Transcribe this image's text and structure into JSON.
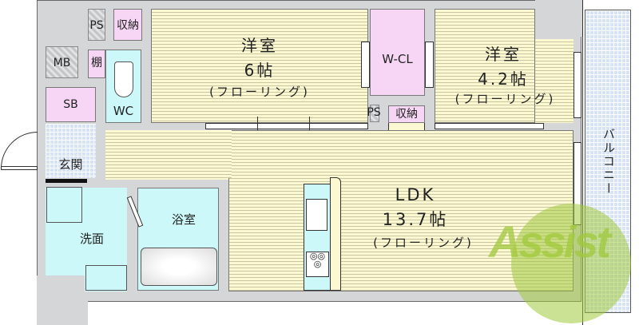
{
  "plan": {
    "rooms": {
      "western_room_1": {
        "name": "洋室",
        "size": "6帖",
        "floor": "(フローリング)"
      },
      "western_room_2": {
        "name": "洋室",
        "size": "4.2帖",
        "floor": "(フローリング)"
      },
      "ldk": {
        "name": "LDK",
        "size": "13.7帖",
        "floor": "(フローリング)"
      },
      "walk_in_closet": {
        "name": "W-CL"
      },
      "storage_1": {
        "name": "収納"
      },
      "storage_2": {
        "name": "収納"
      },
      "pipe_space_1": {
        "name": "PS"
      },
      "pipe_space_2": {
        "name": "PS"
      },
      "meter_box": {
        "name": "MB"
      },
      "shelf": {
        "name": "棚"
      },
      "shoe_box": {
        "name": "SB"
      },
      "toilet": {
        "name": "WC"
      },
      "entrance": {
        "name": "玄関"
      },
      "washroom": {
        "name": "洗面"
      },
      "bathroom": {
        "name": "浴室"
      },
      "balcony": {
        "name": "バルコニー"
      }
    },
    "watermark": {
      "text": "Assist"
    },
    "colors": {
      "floor": "#fbf8d2",
      "wall": "#d4d6d8",
      "closet": "#f6d6f4",
      "wet_area": "#ccf8fa",
      "balcony": "#d6e2f6",
      "watermark": "#9cc83c"
    }
  }
}
